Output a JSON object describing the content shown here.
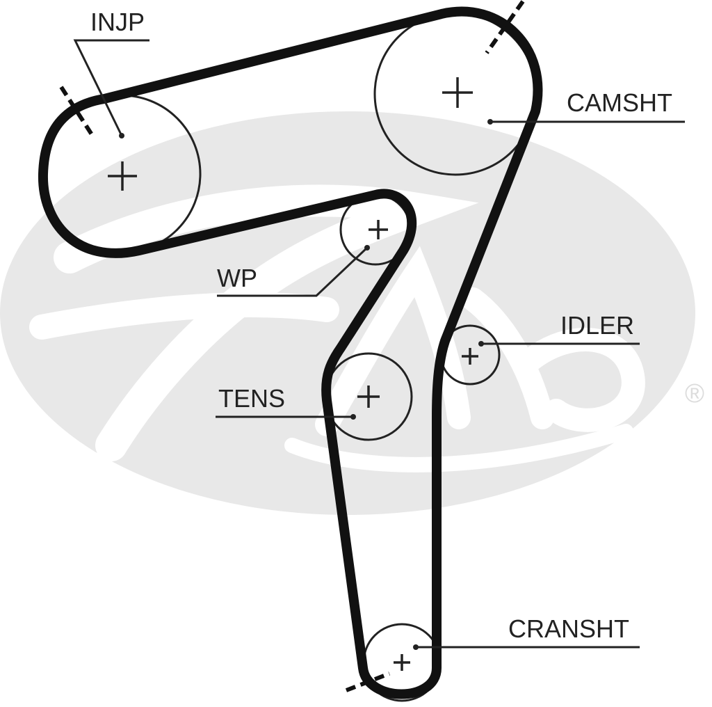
{
  "labels": {
    "injp": "INJP",
    "camsht": "CAMSHT",
    "wp": "WP",
    "idler": "IDLER",
    "tens": "TENS",
    "cransht": "CRANSHT"
  },
  "watermark": {
    "brand_mark": "®",
    "color": "#e6e6e6"
  },
  "colors": {
    "line": "#222222",
    "belt": "#111111",
    "background": "#ffffff"
  }
}
